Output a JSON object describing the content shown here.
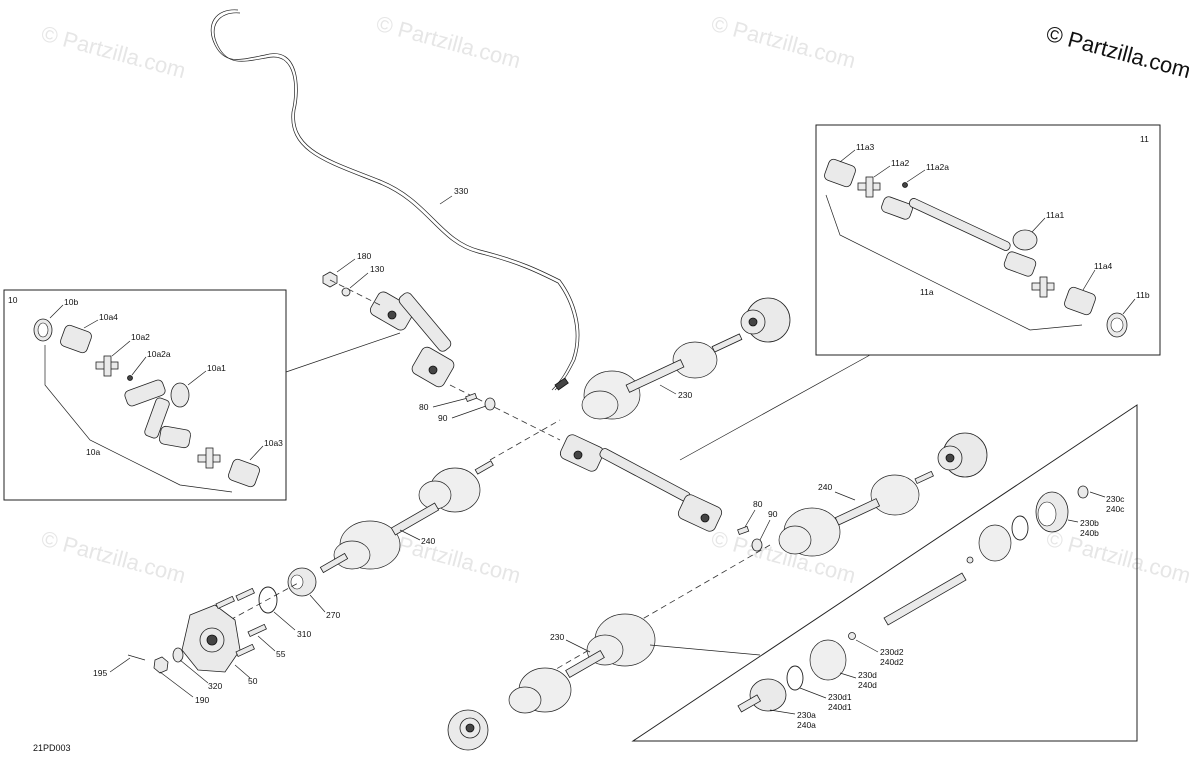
{
  "watermark": "© Partzilla.com",
  "copyright": "© Partzilla.com",
  "diagram_code": "21PD003",
  "labels": {
    "l330": "330",
    "l180": "180",
    "l130": "130",
    "l80a": "80",
    "l90a": "90",
    "l230a": "230",
    "l240a": "240",
    "l270": "270",
    "l310": "310",
    "l55": "55",
    "l50": "50",
    "l320": "320",
    "l195": "195",
    "l190": "190",
    "l80b": "80",
    "l90b": "90",
    "l240b": "240",
    "l230b": "230",
    "l10": "10",
    "l10b": "10b",
    "l10a4": "10a4",
    "l10a2": "10a2",
    "l10a2a": "10a2a",
    "l10a1": "10a1",
    "l10a": "10a",
    "l10a3": "10a3",
    "l11": "11",
    "l11a3": "11a3",
    "l11a2": "11a2",
    "l11a2a": "11a2a",
    "l11a1": "11a1",
    "l11a4": "11a4",
    "l11a": "11a",
    "l11b": "11b",
    "l230c": "230c",
    "l240c": "240c",
    "l230b2": "230b",
    "l240b2": "240b",
    "l230d2": "230d2",
    "l240d2": "240d2",
    "l230d": "230d",
    "l240d": "240d",
    "l230d1": "230d1",
    "l240d1": "240d1",
    "l230a2": "230a",
    "l240a2": "240a"
  }
}
